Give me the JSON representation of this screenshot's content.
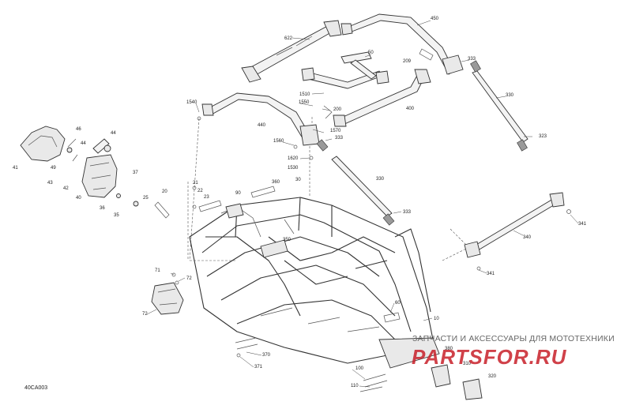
{
  "diagram": {
    "reference_code": "40CA003",
    "callouts": [
      "622",
      "450",
      "50",
      "209",
      "333",
      "330",
      "1510",
      "400",
      "1540",
      "1550",
      "200",
      "440",
      "1570",
      "333",
      "1560",
      "1620",
      "1530",
      "330",
      "323",
      "46",
      "44",
      "44",
      "49",
      "41",
      "37",
      "43",
      "42",
      "40",
      "36",
      "35",
      "25",
      "20",
      "21",
      "22",
      "23",
      "90",
      "360",
      "30",
      "333",
      "350",
      "340",
      "341",
      "341",
      "71",
      "72",
      "72",
      "60",
      "10",
      "370",
      "371",
      "380",
      "310",
      "100",
      "110",
      "320"
    ]
  },
  "watermark": {
    "caption": "ЗАПЧАСТИ И АКСЕССУАРЫ ДЛЯ МОТОТЕХНИКИ",
    "logo_text": "PARTSFOR.RU",
    "color": "#c8202a"
  }
}
